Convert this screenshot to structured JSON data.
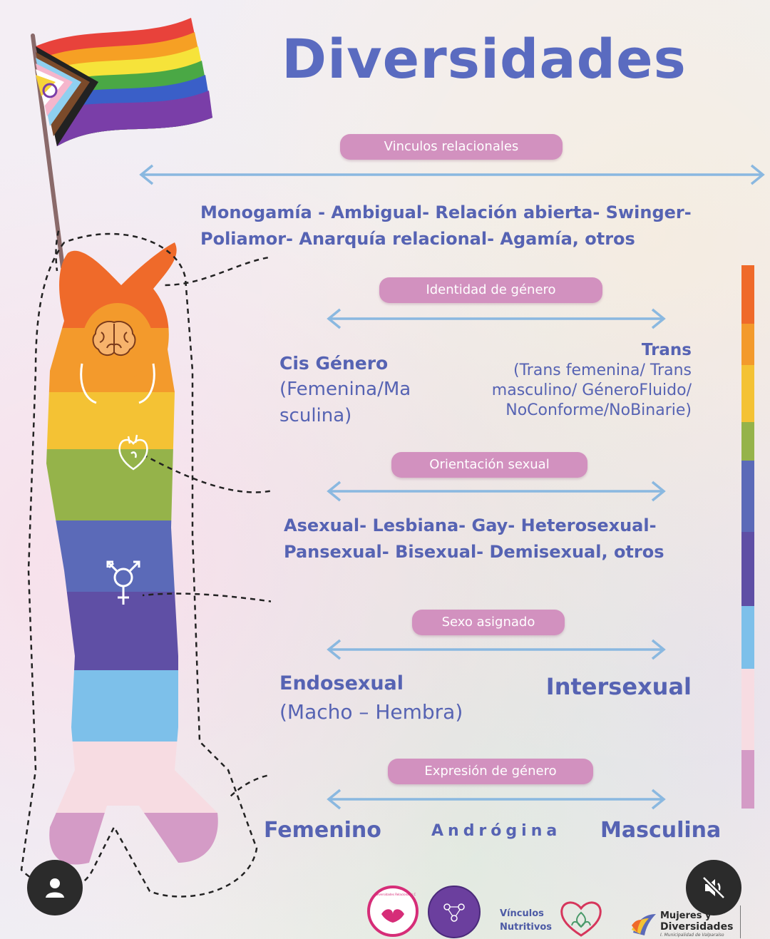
{
  "title": "Diversidades",
  "sections": {
    "vinculos": {
      "label": "Vinculos relacionales",
      "line1": "Monogamía - Ambigual- Relación abierta- Swinger-",
      "line2": "Poliamor- Anarquía relacional- Agamía, otros"
    },
    "identidad": {
      "label": "Identidad de género",
      "left_title": "Cis Género",
      "left_line1": "(Femenina/Ma",
      "left_line2": "sculina)",
      "right_title": "Trans",
      "right_line1": "(Trans femenina/ Trans",
      "right_line2": "masculino/ GéneroFluido/",
      "right_line3": "NoConforme/NoBinarie)"
    },
    "orientacion": {
      "label": "Orientación sexual",
      "line1": "Asexual- Lesbiana- Gay- Heterosexual-",
      "line2": "Pansexual- Bisexual- Demisexual, otros"
    },
    "sexo": {
      "label": "Sexo asignado",
      "left_title": "Endosexual",
      "left_sub": "(Macho – Hembra)",
      "right_title": "Intersexual"
    },
    "expresion": {
      "label": "Expresión de género",
      "left": "Femenino",
      "center": "Andrógina",
      "right": "Masculina"
    }
  },
  "footer": {
    "logo1_text": "Diversidades Relacionales CONCEPCIÓN",
    "logo3_line1": "Vínculos",
    "logo3_line2": "Nutritivos",
    "logo4_line1": "Mujeres y",
    "logo4_line2": "Diversidades",
    "logo4_line3": "I. Municipalidad de Valparaíso"
  },
  "colors": {
    "accent": "#5a6bc0",
    "pill": "#d291bf",
    "arrow": "#8ab8e0",
    "rainbow": [
      "#ef6a2a",
      "#f39a2c",
      "#f4c234",
      "#95b34a",
      "#5b6ab8",
      "#5f4fa5",
      "#7dc0ea",
      "#f7dce2",
      "#d49bc6"
    ]
  },
  "icons": [
    "pride-flag-icon",
    "brain-icon",
    "heart-icon",
    "transgender-symbol-icon",
    "profile-icon",
    "mute-icon"
  ]
}
